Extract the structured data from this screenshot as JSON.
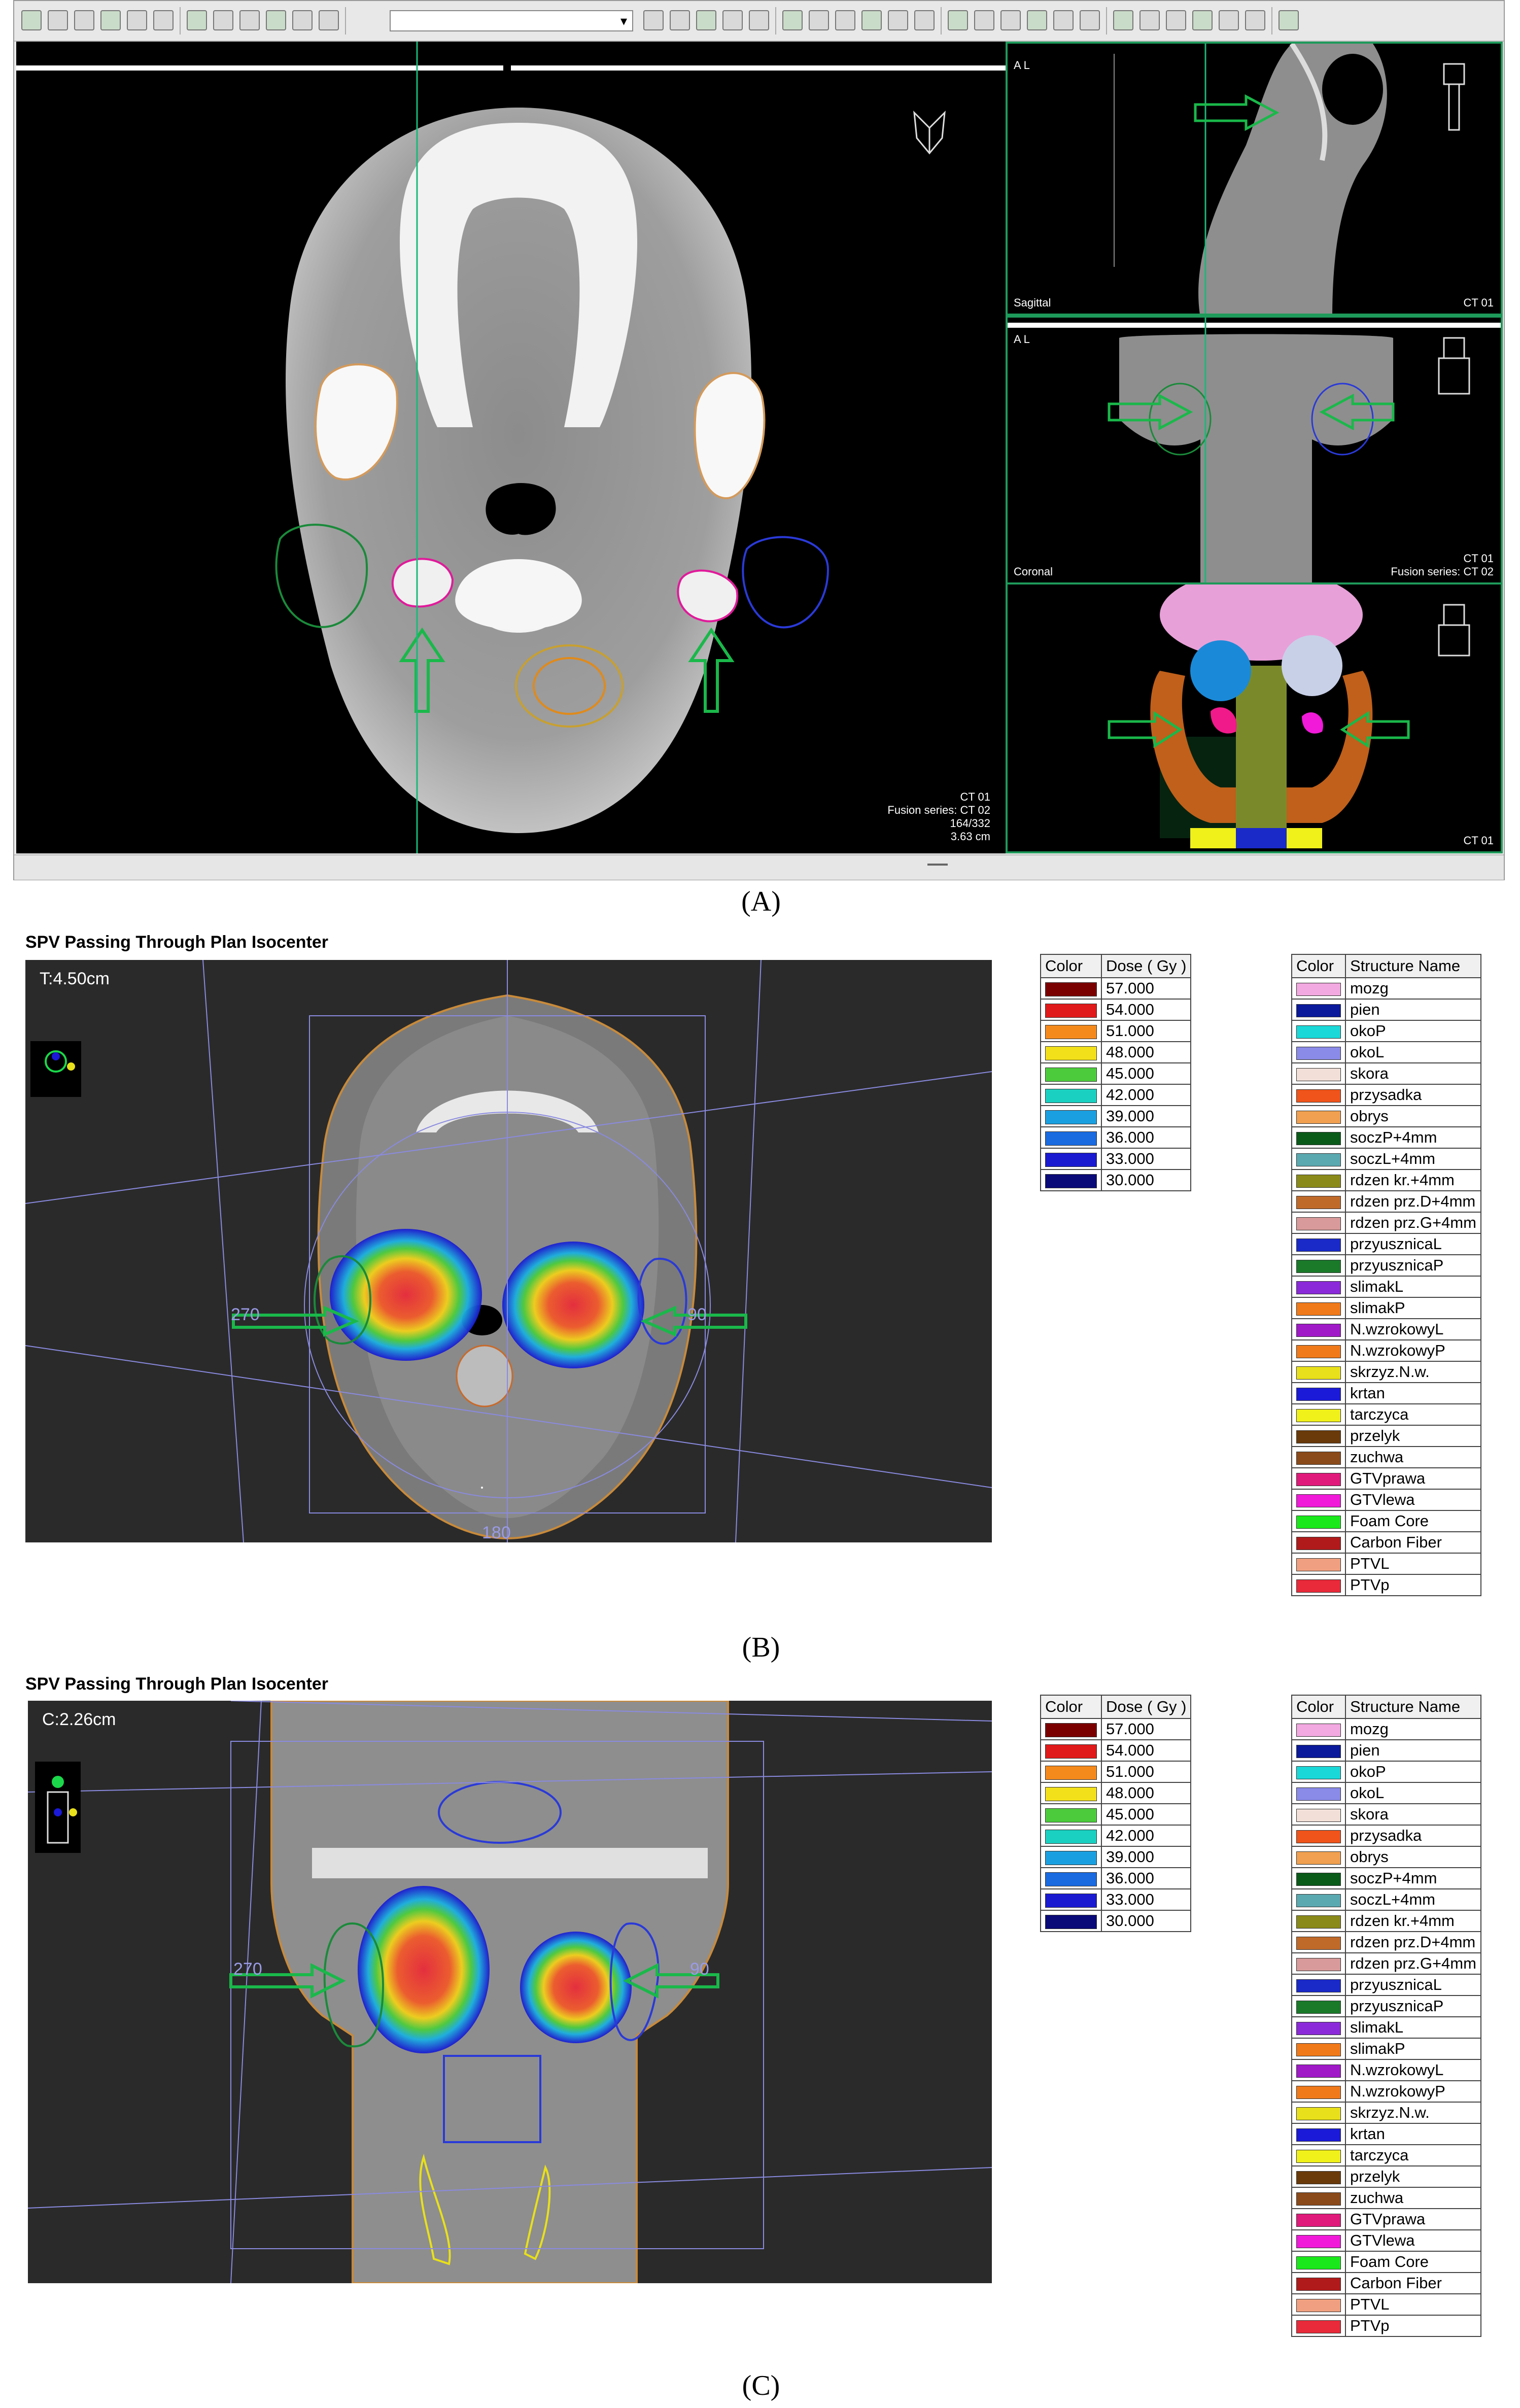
{
  "panel_a": {
    "caption": "(A)",
    "toolbar": {
      "icons": [
        "layout-icon",
        "grid-icon",
        "crosshair-icon",
        "eye-icon",
        "split-icon",
        "window-icon",
        "table-icon",
        "pointer-icon",
        "highlight-icon",
        "film-icon",
        "paint-icon",
        "brush-icon",
        "select-dropdown",
        "open-icon",
        "arrow-icon",
        "polygon-icon",
        "star-icon",
        "lasso-icon",
        "contour-icon",
        "edit-icon",
        "plus-icon",
        "minus-icon",
        "ruler-icon",
        "lock-icon",
        "interp-icon",
        "cut-icon",
        "mask-icon",
        "dot-icon",
        "hand-icon",
        "copy-icon",
        "link-icon",
        "measure-icon",
        "color-icon",
        "volume-icon",
        "frame-icon",
        "grid2-icon",
        "screen-icon"
      ]
    },
    "axial": {
      "orientation_icon": "head-orientation-icon",
      "info_lines": [
        "CT 01",
        "Fusion series: CT 02",
        "164/332",
        "3.63 cm"
      ]
    },
    "sagittal": {
      "label": "Sagittal",
      "series": "CT 01",
      "corner_letters": "A L"
    },
    "coronal": {
      "label": "Coronal",
      "series_lines": [
        "CT 01",
        "Fusion series: CT 02"
      ],
      "corner_letters": "A L"
    },
    "render3d": {
      "series": "CT 01"
    }
  },
  "panel_b": {
    "caption": "(B)",
    "title": "SPV Passing Through Plan Isocenter",
    "position": "T:4.50cm",
    "angles": {
      "left": "270",
      "right": "90",
      "bottom": "180"
    }
  },
  "panel_c": {
    "caption": "(C)",
    "title": "SPV Passing Through Plan Isocenter",
    "position": "C:2.26cm",
    "angles": {
      "left": "270",
      "right": "90"
    }
  },
  "dose_legend": {
    "headers": [
      "Color",
      "Dose ( Gy )"
    ],
    "rows": [
      {
        "color": "#7a0000",
        "dose": "57.000"
      },
      {
        "color": "#e01a1a",
        "dose": "54.000"
      },
      {
        "color": "#f58a1c",
        "dose": "51.000"
      },
      {
        "color": "#f2e01a",
        "dose": "48.000"
      },
      {
        "color": "#4ccc3c",
        "dose": "45.000"
      },
      {
        "color": "#1ad0c0",
        "dose": "42.000"
      },
      {
        "color": "#1aa0e0",
        "dose": "39.000"
      },
      {
        "color": "#1a6ae0",
        "dose": "36.000"
      },
      {
        "color": "#1a1ad0",
        "dose": "33.000"
      },
      {
        "color": "#0a0a78",
        "dose": "30.000"
      }
    ]
  },
  "structure_legend_b": {
    "headers": [
      "Color",
      "Structure Name"
    ],
    "rows": [
      {
        "color": "#f2a8e0",
        "name": "mozg"
      },
      {
        "color": "#0a1a9a",
        "name": "pien"
      },
      {
        "color": "#1ad8d8",
        "name": "okoP"
      },
      {
        "color": "#8a8ae8",
        "name": "okoL"
      },
      {
        "color": "#f2e0d8",
        "name": "skora"
      },
      {
        "color": "#f0541a",
        "name": "przysadka"
      },
      {
        "color": "#f0a050",
        "name": "obrys"
      },
      {
        "color": "#0a5a1a",
        "name": "soczP+4mm"
      },
      {
        "color": "#5aa8b0",
        "name": "soczL+4mm"
      },
      {
        "color": "#8a8a1a",
        "name": "rdzen kr.+4mm"
      },
      {
        "color": "#c06a2a",
        "name": "rdzen prz.D+4mm"
      },
      {
        "color": "#d89a9a",
        "name": "rdzen prz.G+4mm"
      },
      {
        "color": "#1a2ac8",
        "name": "przyusznicaL"
      },
      {
        "color": "#1a7a2a",
        "name": "przyusznicaP"
      },
      {
        "color": "#8a2ad8",
        "name": "slimakL"
      },
      {
        "color": "#f07a1a",
        "name": "slimakP"
      },
      {
        "color": "#a01ac8",
        "name": "N.wzrokowyL"
      },
      {
        "color": "#f07a1a",
        "name": "N.wzrokowyP"
      },
      {
        "color": "#e8e01a",
        "name": "skrzyz.N.w."
      },
      {
        "color": "#1a1ad8",
        "name": "krtan"
      },
      {
        "color": "#f0f01a",
        "name": "tarczyca"
      },
      {
        "color": "#6a3a0a",
        "name": "przelyk"
      },
      {
        "color": "#8a4a1a",
        "name": "zuchwa"
      },
      {
        "color": "#e01a7a",
        "name": "GTVprawa"
      },
      {
        "color": "#f01ad8",
        "name": "GTVlewa"
      },
      {
        "color": "#1ae81a",
        "name": "Foam Core"
      },
      {
        "color": "#b01a1a",
        "name": "Carbon Fiber"
      },
      {
        "color": "#f0a080",
        "name": "PTVL"
      },
      {
        "color": "#e82a3a",
        "name": "PTVp"
      }
    ]
  },
  "structure_legend_c": {
    "headers": [
      "Color",
      "Structure Name"
    ],
    "rows": [
      {
        "color": "#f2a8e0",
        "name": "mozg"
      },
      {
        "color": "#0a1a9a",
        "name": "pien"
      },
      {
        "color": "#1ad8d8",
        "name": "okoP"
      },
      {
        "color": "#8a8ae8",
        "name": "okoL"
      },
      {
        "color": "#f2e0d8",
        "name": "skora"
      },
      {
        "color": "#f0541a",
        "name": "przysadka"
      },
      {
        "color": "#f0a050",
        "name": "obrys"
      },
      {
        "color": "#0a5a1a",
        "name": "soczP+4mm"
      },
      {
        "color": "#5aa8b0",
        "name": "soczL+4mm"
      },
      {
        "color": "#8a8a1a",
        "name": "rdzen kr.+4mm"
      },
      {
        "color": "#c06a2a",
        "name": "rdzen prz.D+4mm"
      },
      {
        "color": "#d89a9a",
        "name": "rdzen prz.G+4mm"
      },
      {
        "color": "#1a2ac8",
        "name": "przyusznicaL"
      },
      {
        "color": "#1a7a2a",
        "name": "przyusznicaP"
      },
      {
        "color": "#8a2ad8",
        "name": "slimakL"
      },
      {
        "color": "#f07a1a",
        "name": "slimakP"
      },
      {
        "color": "#a01ac8",
        "name": "N.wzrokowyL"
      },
      {
        "color": "#f07a1a",
        "name": "N.wzrokowyP"
      },
      {
        "color": "#e8e01a",
        "name": "skrzyz.N.w."
      },
      {
        "color": "#1a1ad8",
        "name": "krtan"
      },
      {
        "color": "#f0f01a",
        "name": "tarczyca"
      },
      {
        "color": "#6a3a0a",
        "name": "przelyk"
      },
      {
        "color": "#8a4a1a",
        "name": "zuchwa"
      },
      {
        "color": "#e01a7a",
        "name": "GTVprawa"
      },
      {
        "color": "#f01ad8",
        "name": "GTVlewa"
      },
      {
        "color": "#1ae81a",
        "name": "Foam Core"
      },
      {
        "color": "#b01a1a",
        "name": "Carbon Fiber"
      },
      {
        "color": "#f0a080",
        "name": "PTVL"
      },
      {
        "color": "#e82a3a",
        "name": "PTVp"
      }
    ]
  }
}
